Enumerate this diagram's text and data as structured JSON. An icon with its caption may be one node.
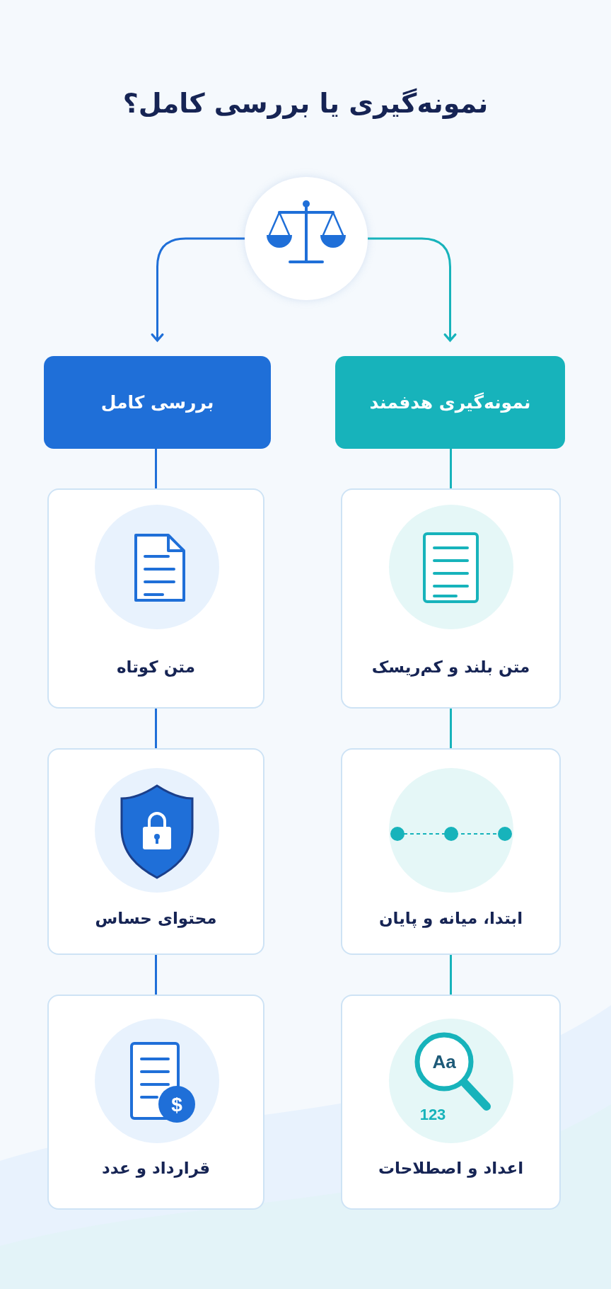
{
  "diagram": {
    "title": "نمونه‌گیری یا بررسی کامل؟",
    "nodes": [
      {
        "text": [],
        "shape": "circle"
      },
      {
        "text": [
          "نمونه‌گیری هدفمند"
        ]
      },
      {
        "text": [
          "بررسی کامل"
        ]
      },
      {
        "text": [
          "متن بلند و کم‌ریسک"
        ]
      },
      {
        "text": [
          "متن کوتاه"
        ]
      },
      {
        "text": [
          "ابتدا، میانه و پایان"
        ]
      },
      {
        "text": [
          "محتوای حساس"
        ]
      },
      {
        "text": [
          "اعداد و اصطلاحات"
        ]
      },
      {
        "text": [
          "قرارداد و عدد"
        ]
      }
    ],
    "edges": [
      {
        "from": 0,
        "to": 1,
        "arrow": "to",
        "color": "#17b3bb"
      },
      {
        "from": 0,
        "to": 2,
        "arrow": "to",
        "color": "#1f6fd8"
      },
      {
        "from": 1,
        "to": 3,
        "arrow": "none",
        "color": "#17b3bb"
      },
      {
        "from": 2,
        "to": 4,
        "arrow": "none",
        "color": "#1f6fd8"
      },
      {
        "from": 3,
        "to": 5,
        "arrow": "none",
        "color": "#17b3bb"
      },
      {
        "from": 4,
        "to": 6,
        "arrow": "none",
        "color": "#1f6fd8"
      },
      {
        "from": 5,
        "to": 7,
        "arrow": "none",
        "color": "#17b3bb"
      },
      {
        "from": 6,
        "to": 8,
        "arrow": "none",
        "color": "#1f6fd8"
      }
    ],
    "labels": [
      "Aa",
      "123",
      "$"
    ]
  }
}
